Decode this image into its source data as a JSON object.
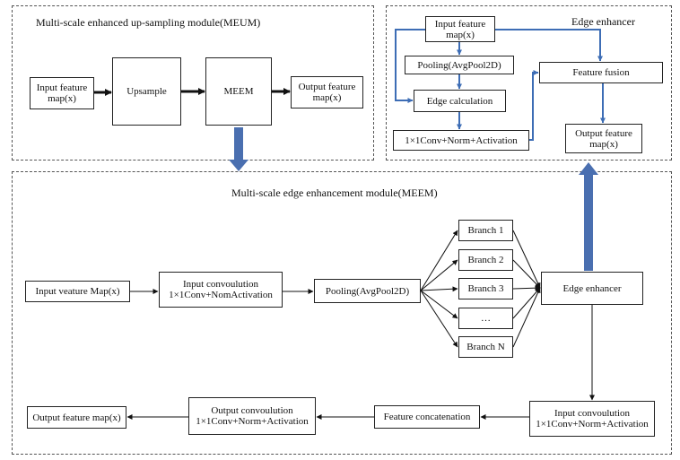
{
  "meum": {
    "title": "Multi-scale enhanced up-sampling module(MEUM)",
    "input_l1": "Input feature",
    "input_l2": "map(x)",
    "upsample": "Upsample",
    "meem": "MEEM",
    "output_l1": "Output feature",
    "output_l2": "map(x)"
  },
  "edge": {
    "title": "Edge enhancer",
    "input_l1": "Input feature",
    "input_l2": "map(x)",
    "pooling": "Pooling(AvgPool2D)",
    "edge_calc": "Edge calculation",
    "conv": "1×1Conv+Norm+Activation",
    "fusion": "Feature fusion",
    "output_l1": "Output feature",
    "output_l2": "map(x)"
  },
  "meem": {
    "title": "Multi-scale edge enhancement module(MEEM)",
    "input": "Input veature Map(x)",
    "conv1_l1": "Input convoulution",
    "conv1_l2": "1×1Conv+NomActivation",
    "pooling": "Pooling(AvgPool2D)",
    "branches": [
      "Branch 1",
      "Branch 2",
      "Branch 3",
      "…",
      "Branch N"
    ],
    "edge_enhancer": "Edge enhancer",
    "conv2_l1": "Input convoulution",
    "conv2_l2": "1×1Conv+Norm+Activation",
    "concat": "Feature concatenation",
    "outconv_l1": "Output convoulution",
    "outconv_l2": "1×1Conv+Norm+Activation",
    "output": "Output feature map(x)"
  },
  "colors": {
    "blue_arrow": "#4a6fb0",
    "blue_line": "#3d6db5"
  }
}
